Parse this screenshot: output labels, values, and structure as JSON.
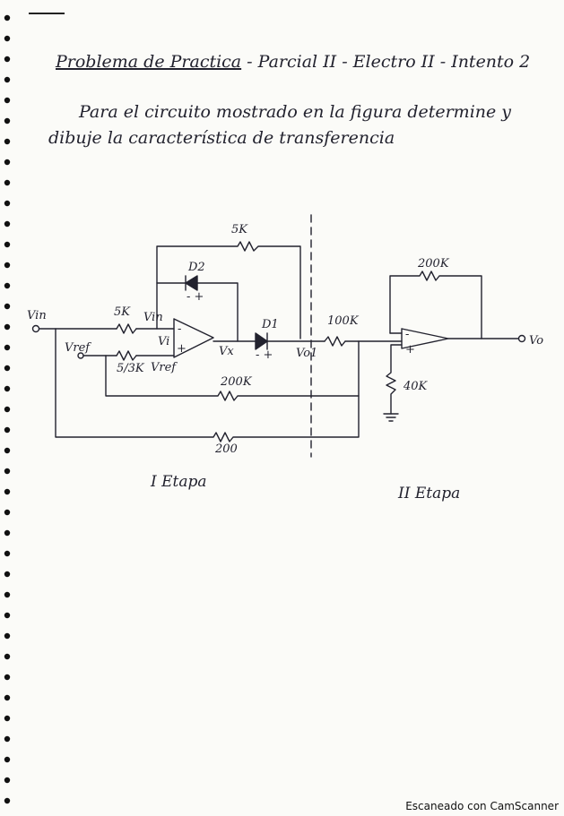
{
  "document": {
    "title_underlined": "Problema de Practica",
    "title_rest": " - Parcial II - Electro II - Intento 2",
    "prompt_line1": "Para el circuito mostrado en la figura determine y",
    "prompt_line2": "dibuje la característica de transferencia"
  },
  "circuit": {
    "labels": {
      "r_feedback_top": "5K",
      "diode_d2": "D2",
      "d2_polarity": "-   +",
      "r_feedback_2": "200K",
      "vin": "Vin",
      "r_input": "5K",
      "vin_node": "Vin",
      "vi": "Vi",
      "diode_d1": "D1",
      "d1_polarity": "-   +",
      "vx": "Vx",
      "vo1": "Vo1",
      "r_100k": "100K",
      "vo": "Vo",
      "vref": "Vref",
      "r_ref": "5/3K",
      "vref_node": "Vref",
      "r_200k_mid": "200K",
      "r_40k": "40K",
      "r_200_bottom": "200",
      "opamp_minus": "-",
      "opamp_plus": "+"
    }
  },
  "stages": {
    "stage1": "I Etapa",
    "stage2": "II Etapa"
  },
  "footer": {
    "watermark": "Escaneado con CamScanner"
  }
}
